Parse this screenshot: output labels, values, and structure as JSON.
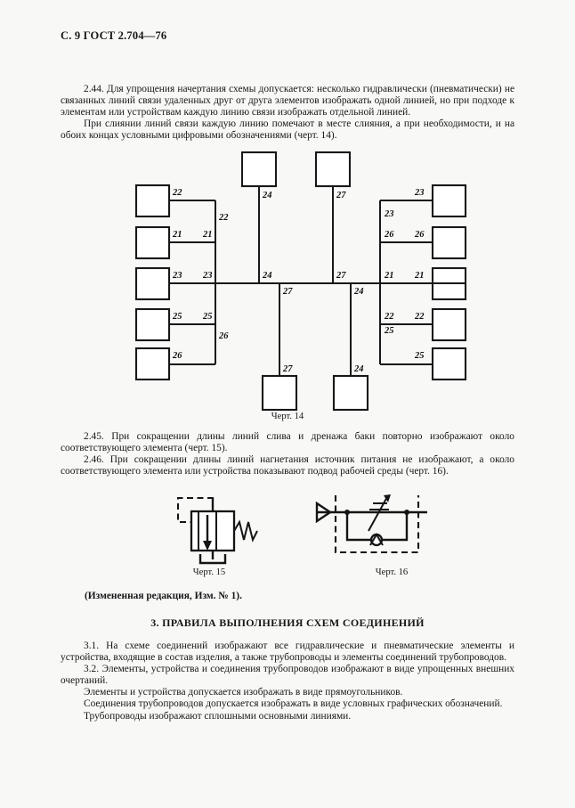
{
  "page": {
    "running_head": "С. 9 ГОСТ 2.704—76",
    "background_color": "#f8f8f7",
    "ink_color": "#171717"
  },
  "body_text": {
    "p244": "2.44.   Для упрощения начертания схемы допускается: несколько гидравлически (пневматически) не связанных линий связи удаленных друг от друга элементов изображать одной линией, но при подходе к элементам или устройствам каждую линию связи изображать отдельной линией.",
    "p244b": "При слиянии линий связи каждую линию помечают в месте слияния, а при необходимости, и на обоих концах условными цифровыми обозначениями (черт. 14).",
    "p245": "2.45.  При сокращении длины линий слива и дренажа баки повторно изображают около соответствующего элемента (черт. 15).",
    "p246": "2.46.  При сокращении длины линий нагнетания источник питания не изображают, а около соответствующего элемента или устройства показывают подвод рабочей среды (черт. 16).",
    "revision_note": "(Измененная редакция, Изм. № 1).",
    "section3_title": "3.  ПРАВИЛА ВЫПОЛНЕНИЯ СХЕМ СОЕДИНЕНИЙ",
    "p31": "3.1.  На схеме соединений изображают все гидравлические и пневматические элементы и устройства, входящие в состав изделия, а также трубопроводы и элементы соединений трубопроводов.",
    "p32": "3.2.  Элементы, устройства и соединения трубопроводов изображают в виде упрощенных внешних очертаний.",
    "p32b": "Элементы и устройства допускается изображать в виде прямоугольников.",
    "p32c": "Соединения трубопроводов допускается изображать в виде условных графических обозначений.",
    "p32d": "Трубопроводы изображают сплошными основными линиями."
  },
  "figures": {
    "fig14": {
      "caption": "Черт. 14",
      "description": "Схема слияния линий связи с цифровыми обозначениями",
      "left_boxes": [
        {
          "near_label": "22",
          "bus_label": ""
        },
        {
          "near_label": "21",
          "bus_label": "21"
        },
        {
          "near_label": "23",
          "bus_label": "23"
        },
        {
          "near_label": "25",
          "bus_label": "25"
        },
        {
          "near_label": "26",
          "bus_label": ""
        }
      ],
      "left_bus_labels": [
        "22",
        "26"
      ],
      "right_boxes": [
        {
          "near_label": "23",
          "bus_label": "23"
        },
        {
          "near_label": "26",
          "bus_label": "26"
        },
        {
          "near_label": "21",
          "bus_label": "21"
        },
        {
          "near_label": "22",
          "bus_label": "22"
        },
        {
          "near_label": "25",
          "bus_label": "25"
        }
      ],
      "top_box_labels": [
        "24",
        "27"
      ],
      "bottom_box_labels": [
        "27",
        "24"
      ],
      "trunk_labels": [
        "24",
        "27",
        "27",
        "24"
      ]
    },
    "fig15": {
      "caption": "Черт. 15",
      "description": "Предохранительный клапан с пружиной, линией управления и баком"
    },
    "fig16": {
      "caption": "Черт. 16",
      "description": "Подвод рабочей среды к дросселю с обратным клапаном"
    }
  }
}
